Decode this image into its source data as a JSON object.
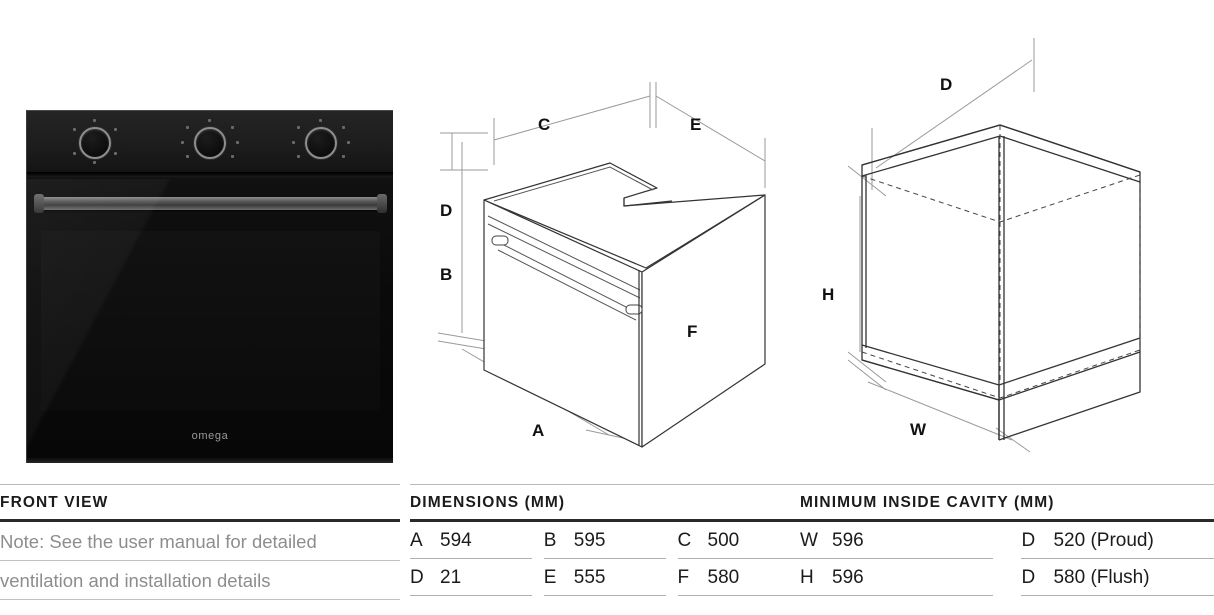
{
  "front_view": {
    "title": "FRONT VIEW",
    "notes": [
      "Note: See the user manual for detailed",
      "ventilation and installation details"
    ],
    "product": {
      "brand": "omega",
      "knob_count": 3
    }
  },
  "dimensions": {
    "title": "DIMENSIONS (MM)",
    "diagram_labels": [
      "C",
      "E",
      "D",
      "B",
      "F",
      "A"
    ],
    "rows": [
      [
        {
          "key": "A",
          "value": "594"
        },
        {
          "key": "B",
          "value": "595"
        },
        {
          "key": "C",
          "value": "500"
        }
      ],
      [
        {
          "key": "D",
          "value": "21"
        },
        {
          "key": "E",
          "value": "555"
        },
        {
          "key": "F",
          "value": "580"
        }
      ]
    ]
  },
  "cavity": {
    "title": "MINIMUM INSIDE CAVITY (MM)",
    "diagram_labels": [
      "D",
      "H",
      "W"
    ],
    "rows": [
      [
        {
          "key": "W",
          "value": "596"
        },
        {
          "key": "D",
          "value": "520 (Proud)"
        }
      ],
      [
        {
          "key": "H",
          "value": "596"
        },
        {
          "key": "D",
          "value": "580 (Flush)"
        }
      ]
    ]
  },
  "colors": {
    "rule_dark": "#2a2a2a",
    "rule_light": "#b0b0b0",
    "text_primary": "#1b1b1b",
    "text_muted": "#8d8d8d",
    "product_body": "#0a0a0a"
  }
}
